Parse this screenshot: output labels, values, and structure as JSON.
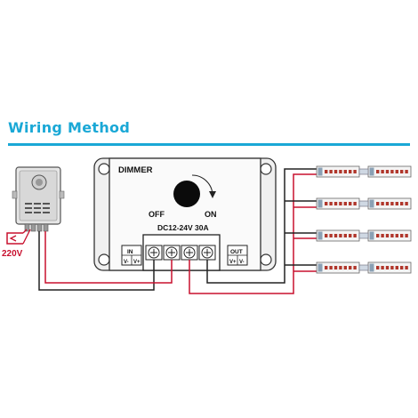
{
  "header": {
    "title": "Wiring Method"
  },
  "dimmer": {
    "name": "DIMMER",
    "off_label": "OFF",
    "on_label": "ON",
    "rating": "DC12-24V 30A"
  },
  "terminals": {
    "in": {
      "label": "IN",
      "neg": "V-",
      "pos": "V+"
    },
    "out": {
      "label": "OUT",
      "pos": "V+",
      "neg": "V-"
    }
  },
  "power_supply": {
    "voltage": "220V"
  },
  "colors": {
    "accent": "#1aa8d6",
    "wire_red": "#c8102e",
    "wire_black": "#222222",
    "led": "#b0362b"
  }
}
